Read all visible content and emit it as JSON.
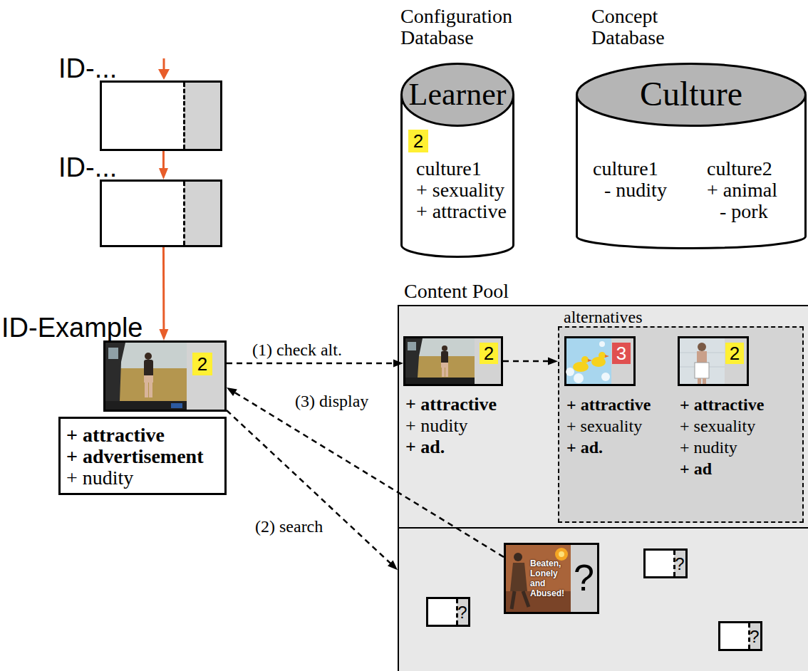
{
  "diagram": {
    "nodes": [
      {
        "text": [
          "ID-..."
        ]
      },
      {
        "text": [
          "ID-..."
        ]
      },
      {
        "text": [
          "ID-Example"
        ]
      },
      {
        "text": [
          "2"
        ],
        "in": 2
      },
      {
        "text": [
          "+ attractive",
          "+ advertisement",
          "+ nudity"
        ]
      },
      {
        "text": [
          "Configuration Database",
          "Learner",
          "culture1",
          "+ sexuality",
          "+ attractive"
        ]
      },
      {
        "text": [
          "2"
        ],
        "in": 5
      },
      {
        "text": [
          "Concept Database",
          "Culture",
          "culture1",
          "- nudity",
          "culture2",
          "+ animal",
          "- pork"
        ]
      },
      {
        "text": [
          "Content Pool"
        ]
      },
      {
        "text": [
          "+ attractive",
          "+ nudity",
          "+ ad."
        ],
        "in": 8
      },
      {
        "text": [
          "2"
        ],
        "in": 9
      },
      {
        "text": [
          "alternatives"
        ],
        "in": 8
      },
      {
        "text": [
          "+ attractive",
          "+ sexuality",
          "+ ad."
        ],
        "in": 11
      },
      {
        "text": [
          "3"
        ],
        "in": 12
      },
      {
        "text": [
          "+ attractive",
          "+ sexuality",
          "+ nudity",
          "+ ad"
        ],
        "in": 11
      },
      {
        "text": [
          "2"
        ],
        "in": 14
      },
      {
        "text": [
          "?"
        ],
        "in": 8
      },
      {
        "text": [
          "?"
        ],
        "in": 8
      },
      {
        "text": [
          "?"
        ],
        "in": 8
      },
      {
        "text": [
          "?"
        ],
        "in": 8
      }
    ],
    "edges": [
      {
        "from": 0,
        "to": 1,
        "arrow": "to"
      },
      {
        "from": 1,
        "to": 2,
        "arrow": "to"
      },
      {
        "from": 2,
        "to": 9,
        "label": "(1) check alt.",
        "arrow": "to"
      },
      {
        "from": 9,
        "to": 11,
        "arrow": "to"
      },
      {
        "from": 2,
        "to": 8,
        "label": "(2) search",
        "arrow": "to"
      },
      {
        "from": 16,
        "to": 2,
        "label": "(3) display",
        "arrow": "to"
      }
    ],
    "labels": [
      "Beaten, Lonely and Abused!"
    ]
  }
}
